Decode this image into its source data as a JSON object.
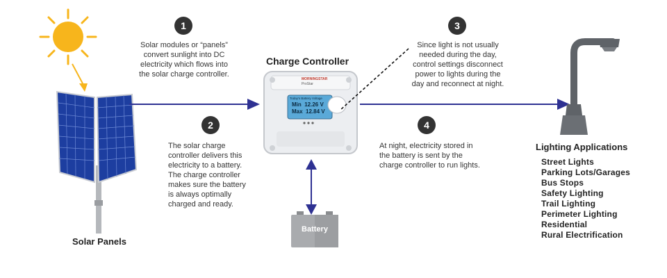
{
  "steps": [
    {
      "number": "1",
      "text": "Solar modules or “panels” convert sunlight into DC electricity which flows into the solar charge controller."
    },
    {
      "number": "2",
      "text": "The solar charge controller delivers this electricity to a battery. The charge controller makes sure the battery is always optimally charged and ready."
    },
    {
      "number": "3",
      "text": "Since light is not usually needed during the day, control settings disconnect power to lights during the day and reconnect at night."
    },
    {
      "number": "4",
      "text": "At night, electricity stored in the battery is sent by the charge controller to run lights."
    }
  ],
  "solar_panels": {
    "label": "Solar Panels"
  },
  "controller": {
    "label": "Charge Controller",
    "brand": "MORNINGSTAR",
    "model": "ProStar",
    "screen_title": "Today's Battery Voltage",
    "screen_min": "Min  12.26 V",
    "screen_max": "Max  12.84 V"
  },
  "battery": {
    "label": "Battery"
  },
  "lighting": {
    "title": "Lighting Applications",
    "items": [
      "Street Lights",
      "Parking Lots/Garages",
      "Bus Stops",
      "Safety Lighting",
      "Trail Lighting",
      "Perimeter Lighting",
      "Residential",
      "Rural Electrification"
    ]
  },
  "colors": {
    "arrow": "#2e3192",
    "sun": "#f7b51c",
    "panel": "#1d3ea0",
    "badge": "#333333"
  },
  "icons": [
    "sun-icon",
    "solar-panel-icon",
    "charge-controller-icon",
    "battery-icon",
    "street-light-icon"
  ]
}
